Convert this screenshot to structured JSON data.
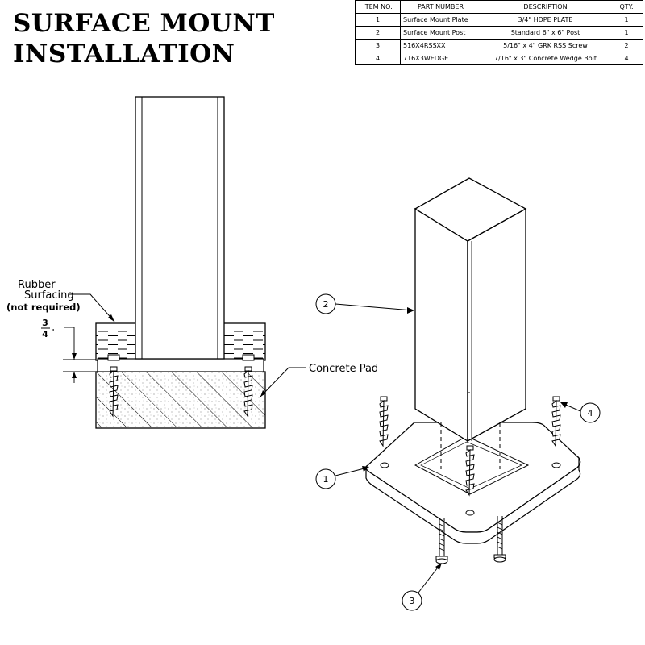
{
  "title": {
    "line1": "SURFACE MOUNT",
    "line2": "INSTALLATION"
  },
  "bom": {
    "headers": [
      "ITEM NO.",
      "PART NUMBER",
      "DESCRIPTION",
      "QTY."
    ],
    "rows": [
      [
        "1",
        "Surface Mount Plate",
        "3/4\" HDPE PLATE",
        "1"
      ],
      [
        "2",
        "Surface Mount Post",
        "Standard 6\" x 6\" Post",
        "1"
      ],
      [
        "3",
        "516X4RSSXX",
        "5/16\" x 4\" GRK RSS Screw",
        "2"
      ],
      [
        "4",
        "716X3WEDGE",
        "7/16\" x 3\" Concrete Wedge Bolt",
        "4"
      ]
    ]
  },
  "section": {
    "rubber_label_line1": "Rubber",
    "rubber_label_line2": "Surfacing",
    "rubber_note": "(not required)",
    "dim_numerator": "3",
    "dim_denominator": "4",
    "dim_unit": "\"",
    "concrete_label": "Concrete Pad"
  },
  "balloons": {
    "b1": "1",
    "b2": "2",
    "b3": "3",
    "b4": "4"
  }
}
